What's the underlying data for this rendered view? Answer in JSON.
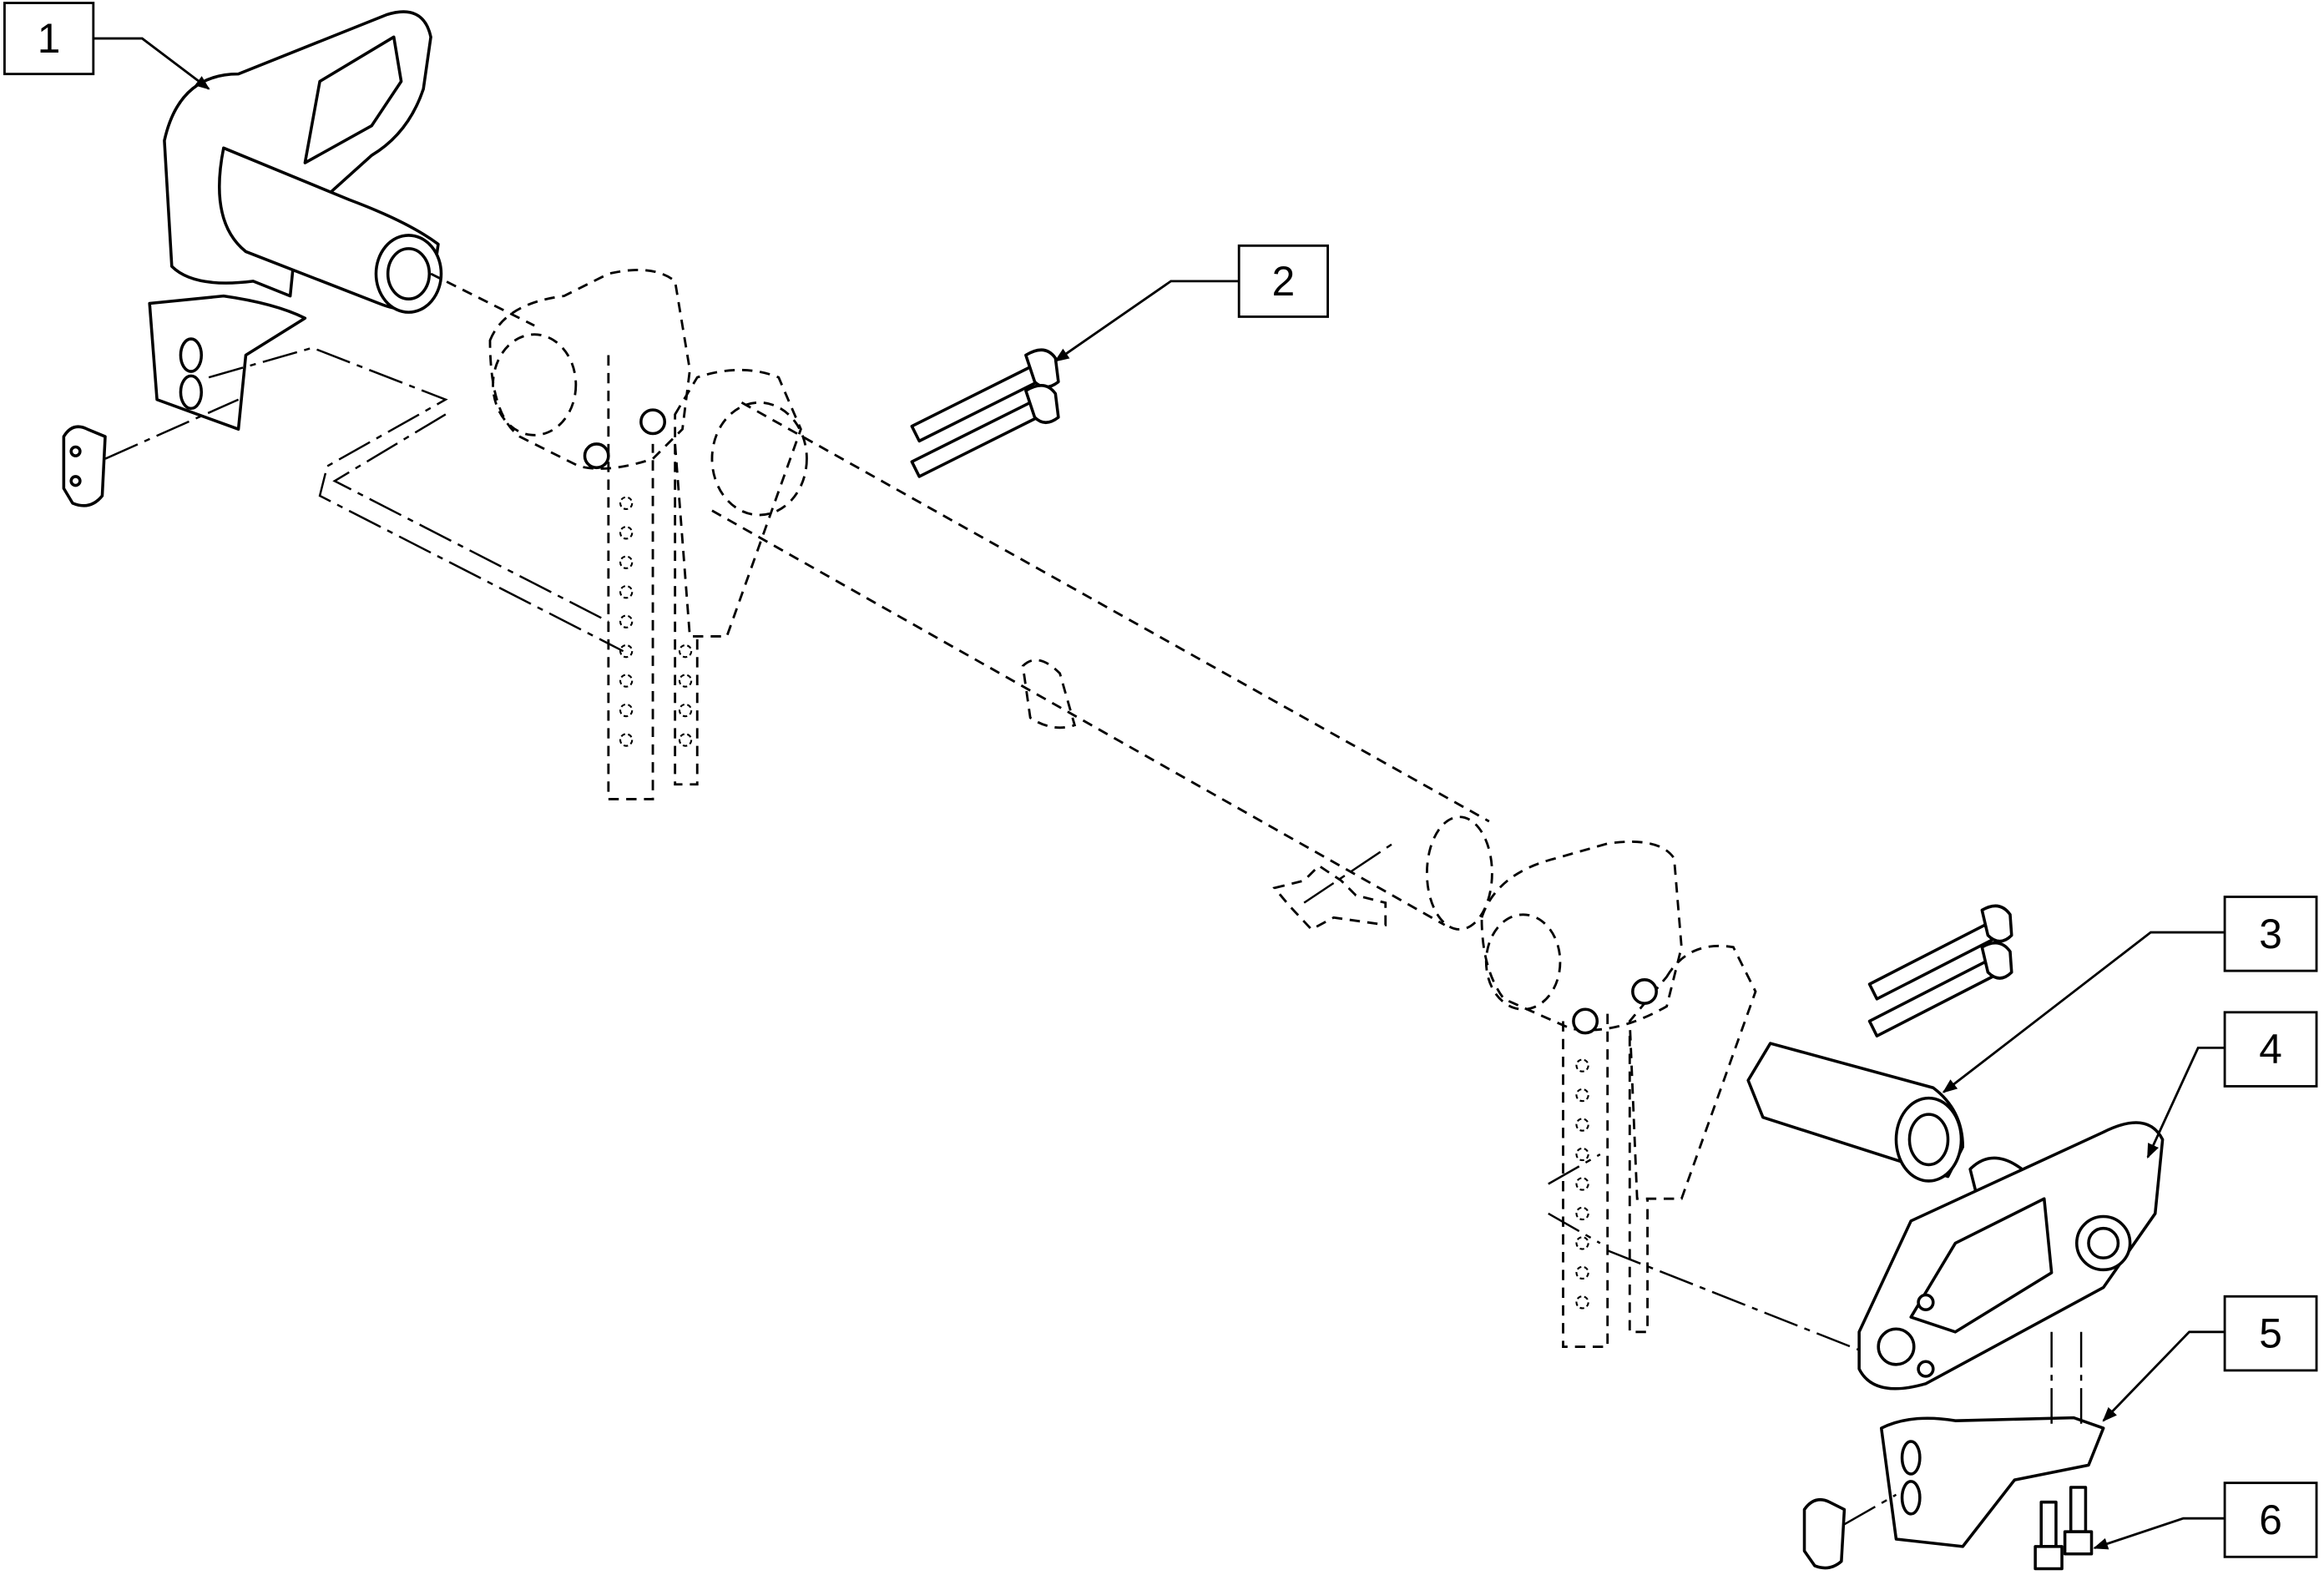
{
  "callouts": [
    {
      "label": "1"
    },
    {
      "label": "2"
    },
    {
      "label": "3"
    },
    {
      "label": "4"
    },
    {
      "label": "5"
    },
    {
      "label": "6"
    }
  ],
  "colors": {
    "line": "#000000",
    "background": "#ffffff"
  }
}
